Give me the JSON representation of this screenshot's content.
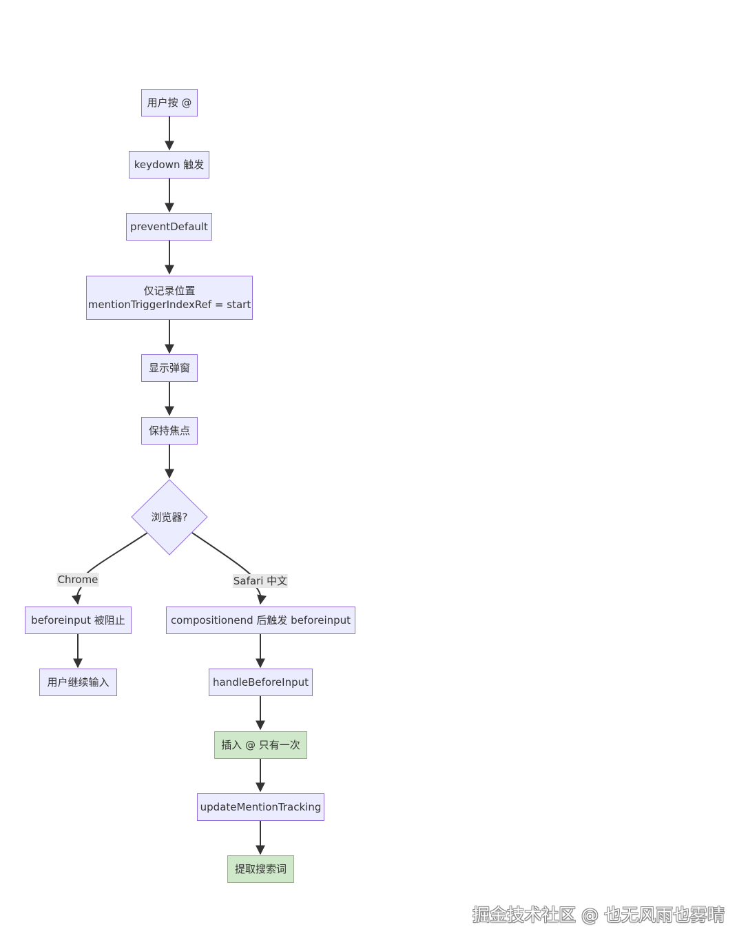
{
  "flow": {
    "nodes": {
      "press_at": "用户按 @",
      "keydown": "keydown 触发",
      "prevent_default": "preventDefault",
      "record_position_line1": "仅记录位置",
      "record_position_line2": "mentionTriggerIndexRef = start",
      "show_popup": "显示弹窗",
      "keep_focus": "保持焦点",
      "browser_decision": "浏览器?",
      "beforeinput_blocked": "beforeinput 被阻止",
      "user_continues": "用户继续输入",
      "compositionend": "compositionend 后触发 beforeinput",
      "handle_before_input": "handleBeforeInput",
      "insert_at_once": "插入 @ 只有一次",
      "update_mention_tracking": "updateMentionTracking",
      "extract_search_term": "提取搜索词"
    },
    "edge_labels": {
      "chrome": "Chrome",
      "safari_chinese": "Safari 中文"
    }
  },
  "colors": {
    "node_fill": "#ECECFF",
    "node_border": "#9370DB",
    "highlight_fill": "#cfe8c9",
    "arrow": "#333333"
  },
  "watermark": "掘金技术社区 @ 也无风雨也雾晴"
}
